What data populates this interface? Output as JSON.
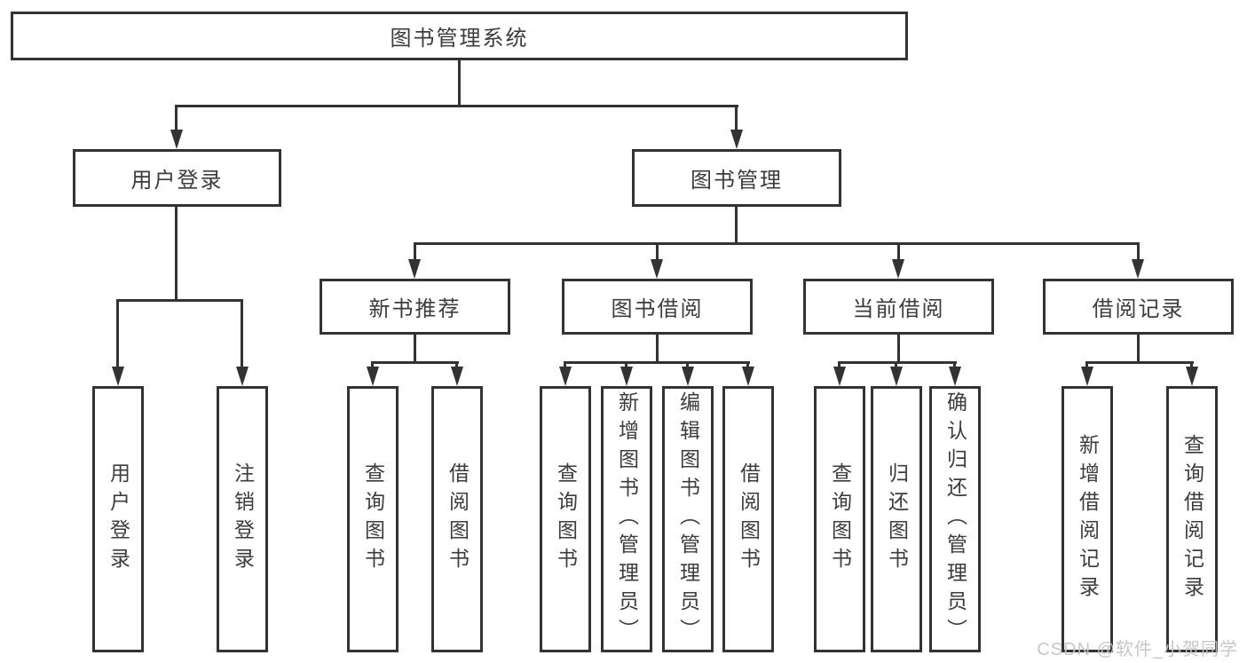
{
  "diagram": {
    "title": "图书管理系统",
    "root": {
      "label": "图书管理系统",
      "children": [
        {
          "label": "用户登录",
          "children": [
            {
              "label": "用户登录"
            },
            {
              "label": "注销登录"
            }
          ]
        },
        {
          "label": "图书管理",
          "children": [
            {
              "label": "新书推荐",
              "children": [
                {
                  "label": "查询图书"
                },
                {
                  "label": "借阅图书"
                }
              ]
            },
            {
              "label": "图书借阅",
              "children": [
                {
                  "label": "查询图书"
                },
                {
                  "label": "新增图书（管理员）"
                },
                {
                  "label": "编辑图书（管理员）"
                },
                {
                  "label": "借阅图书"
                }
              ]
            },
            {
              "label": "当前借阅",
              "children": [
                {
                  "label": "查询图书"
                },
                {
                  "label": "归还图书"
                },
                {
                  "label": "确认归还（管理员）"
                }
              ]
            },
            {
              "label": "借阅记录",
              "children": [
                {
                  "label": "新增借阅记录"
                },
                {
                  "label": "查询借阅记录"
                }
              ]
            }
          ]
        }
      ]
    }
  },
  "watermark": {
    "text": "CSDN @软件_小贺同学"
  },
  "colors": {
    "line": "#333333",
    "text": "#3c3c3c",
    "background": "#ffffff",
    "watermark": "#c4c4c4"
  }
}
